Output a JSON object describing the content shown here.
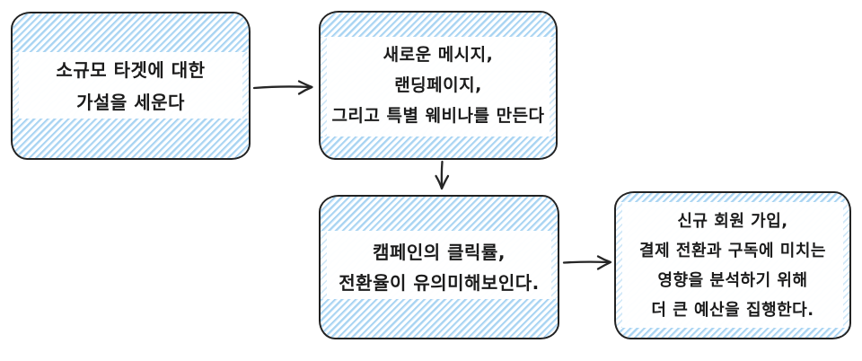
{
  "diagram": {
    "title": "marketing-experiment-flow",
    "boxes": [
      {
        "id": "box-1",
        "role": "hypothesis",
        "lines": [
          "소규모 타겟에 대한",
          "가설을 세운다"
        ]
      },
      {
        "id": "box-2",
        "role": "create-assets",
        "lines": [
          "새로운 메시지,",
          "랜딩페이지,",
          "그리고 특별 웨비나를 만든다"
        ]
      },
      {
        "id": "box-3",
        "role": "observe-metrics",
        "lines": [
          "캠페인의 클릭률,",
          "전환율이 유의미해보인다."
        ]
      },
      {
        "id": "box-4",
        "role": "scale-budget",
        "lines": [
          "신규 회원 가입,",
          "결제 전환과 구독에 미치는",
          "영향을 분석하기 위해",
          "더 큰 예산을 집행한다."
        ]
      }
    ],
    "arrows": [
      {
        "from": "box-1",
        "to": "box-2",
        "direction": "right"
      },
      {
        "from": "box-2",
        "to": "box-3",
        "direction": "down"
      },
      {
        "from": "box-3",
        "to": "box-4",
        "direction": "right"
      }
    ],
    "colors": {
      "hatch_blue": "#a9d4f2",
      "hatch_blue_light": "#d8ecfb",
      "border": "#222222",
      "text": "#1b1b1b",
      "background": "#ffffff"
    }
  }
}
